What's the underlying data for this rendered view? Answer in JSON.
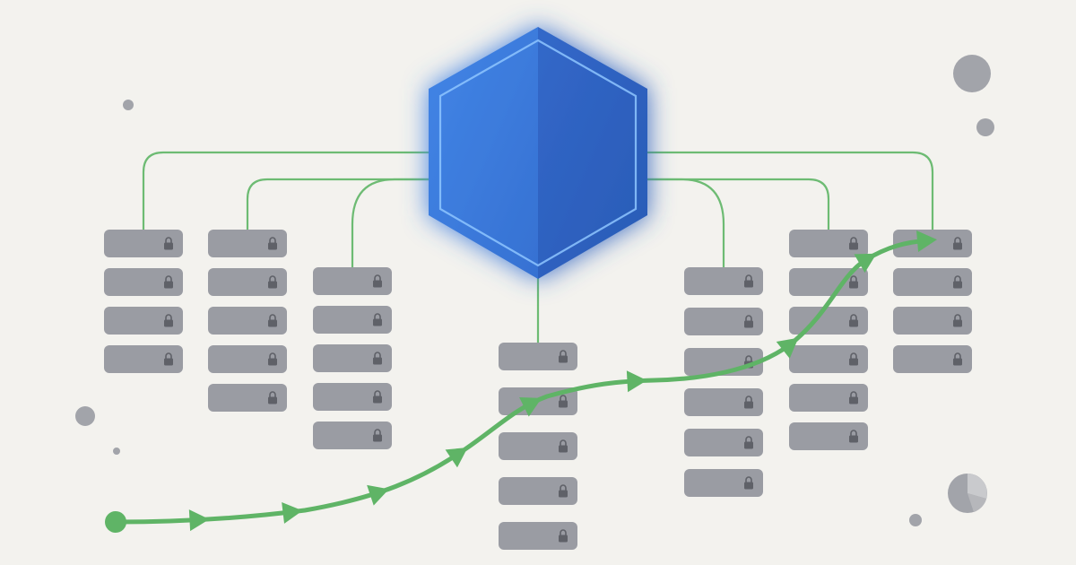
{
  "colors": {
    "background": "#f3f2ee",
    "hub_left": "#3a7ad8",
    "hub_right": "#2e63c0",
    "hub_outline": "#8ec5ff",
    "hub_glow": "#4d8dff",
    "connector": "#6dbb73",
    "path": "#5fb466",
    "block": "#9a9ca3",
    "lock": "#5f6168"
  },
  "hub": {
    "shape": "hexagon",
    "icon": "hexagon-hub"
  },
  "columns": [
    {
      "id": "col-1",
      "blocks": 4
    },
    {
      "id": "col-2",
      "blocks": 5
    },
    {
      "id": "col-3",
      "blocks": 5
    },
    {
      "id": "col-4",
      "blocks": 5
    },
    {
      "id": "col-5",
      "blocks": 6
    },
    {
      "id": "col-6",
      "blocks": 6
    },
    {
      "id": "col-7",
      "blocks": 4
    }
  ],
  "block_icon": "lock-icon",
  "path": {
    "icon": "arrow-path",
    "arrow_count": 9
  }
}
